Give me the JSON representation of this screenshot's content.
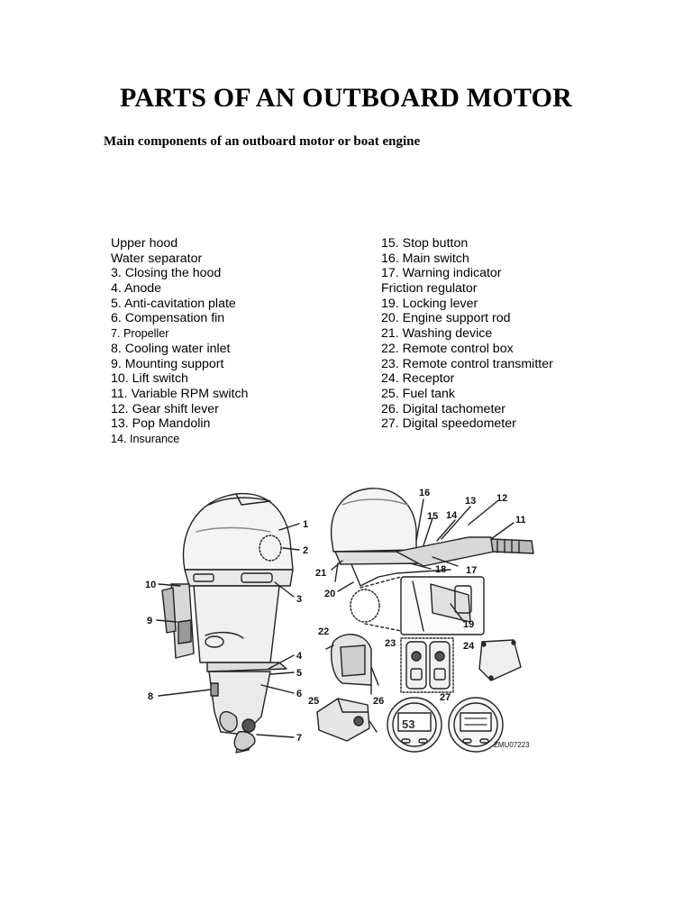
{
  "document": {
    "title": "PARTS OF AN OUTBOARD MOTOR",
    "subtitle": "Main components of an outboard motor or boat engine"
  },
  "parts": {
    "left": [
      "Upper hood",
      "Water separator",
      "3. Closing the hood",
      "4. Anode",
      "5. Anti-cavitation plate",
      "6. Compensation fin",
      "7. Propeller",
      "8. Cooling water inlet",
      "9. Mounting support",
      "10. Lift switch",
      "11. Variable RPM switch",
      "12. Gear shift lever",
      "13. Pop Mandolin",
      "14. Insurance"
    ],
    "right": [
      "15. Stop button",
      "16. Main switch",
      "17. Warning indicator",
      "Friction regulator",
      "19. Locking lever",
      "20. Engine support rod",
      "21. Washing device",
      "22. Remote control box",
      "23. Remote control transmitter",
      "24. Receptor",
      "25. Fuel tank",
      "26. Digital tachometer",
      "27. Digital speedometer"
    ]
  },
  "diagram": {
    "callouts": [
      "1",
      "2",
      "3",
      "4",
      "5",
      "6",
      "7",
      "8",
      "9",
      "10",
      "11",
      "12",
      "13",
      "14",
      "15",
      "16",
      "17",
      "18",
      "19",
      "20",
      "21",
      "22",
      "23",
      "24",
      "25",
      "26",
      "27"
    ],
    "code": "ZMU07223",
    "gauge_readout": "53"
  }
}
